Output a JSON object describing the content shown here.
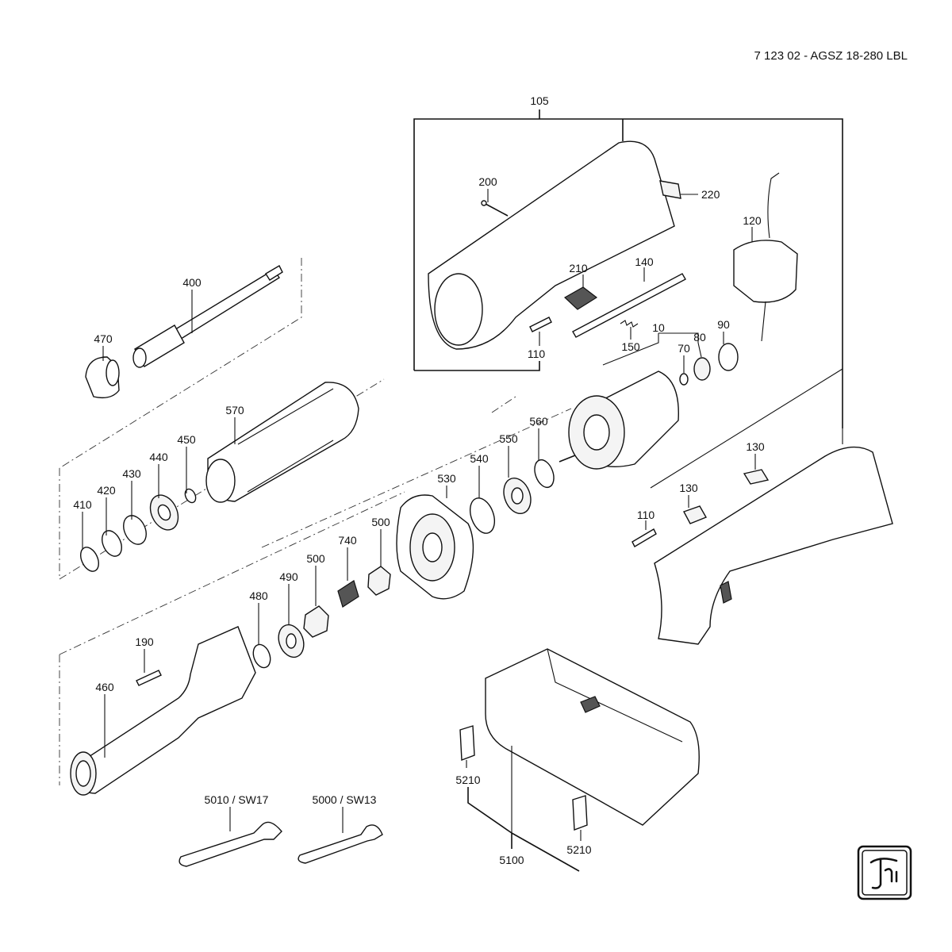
{
  "header": {
    "title": "7 123 02 - AGSZ 18-280 LBL"
  },
  "callouts": {
    "c10": "10",
    "c70": "70",
    "c80": "80",
    "c90": "90",
    "c105": "105",
    "c110a": "110",
    "c110b": "110",
    "c120": "120",
    "c130a": "130",
    "c130b": "130",
    "c140": "140",
    "c150": "150",
    "c190": "190",
    "c200": "200",
    "c210": "210",
    "c220": "220",
    "c400": "400",
    "c410": "410",
    "c420": "420",
    "c430": "430",
    "c440": "440",
    "c450": "450",
    "c460": "460",
    "c470": "470",
    "c480": "480",
    "c490": "490",
    "c500a": "500",
    "c500b": "500",
    "c530": "530",
    "c540": "540",
    "c550": "550",
    "c560": "560",
    "c570": "570",
    "c740": "740",
    "c5000": "5000 / SW13",
    "c5010": "5010 / SW17",
    "c5100": "5100",
    "c5210a": "5210",
    "c5210b": "5210"
  },
  "brand_logo": {
    "icon": "fein-logo-icon"
  }
}
